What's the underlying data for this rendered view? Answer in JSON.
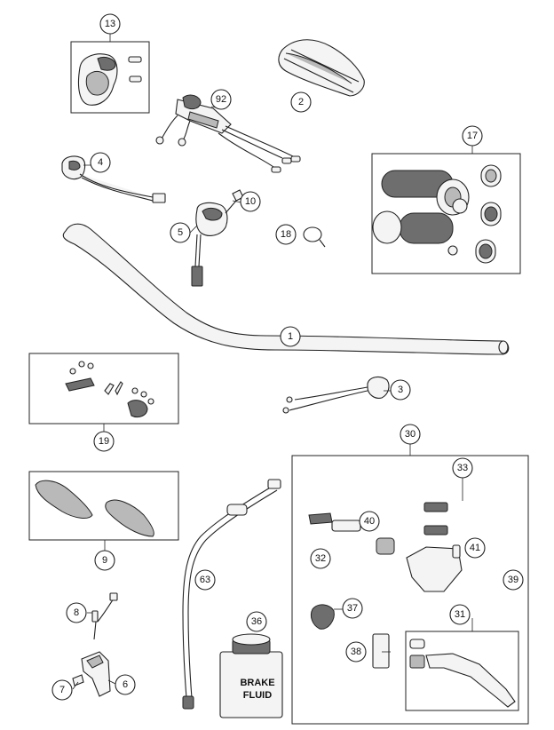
{
  "diagram": {
    "callouts": {
      "c13": "13",
      "c92": "92",
      "c2": "2",
      "c4": "4",
      "c10": "10",
      "c5": "5",
      "c18": "18",
      "c17": "17",
      "c1": "1",
      "c19": "19",
      "c3": "3",
      "c30": "30",
      "c33": "33",
      "c40": "40",
      "c41": "41",
      "c32": "32",
      "c39": "39",
      "c9": "9",
      "c63": "63",
      "c37": "37",
      "c31": "31",
      "c36": "36",
      "c8": "8",
      "c38": "38",
      "c7": "7",
      "c6": "6"
    },
    "bottle_label": [
      "BRAKE",
      "FLUID"
    ]
  }
}
